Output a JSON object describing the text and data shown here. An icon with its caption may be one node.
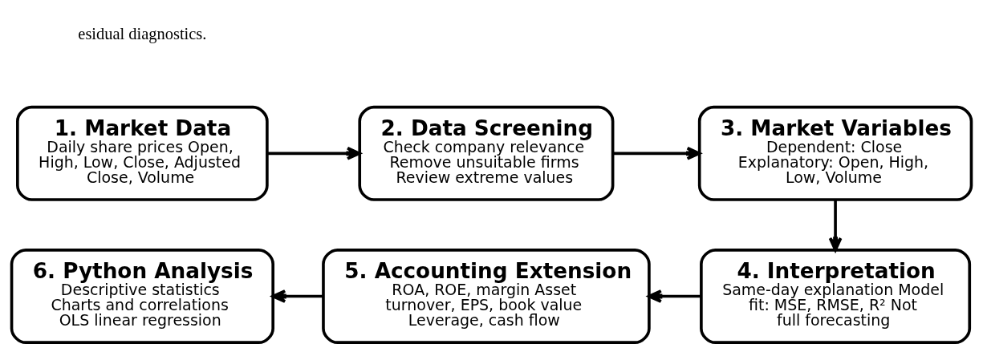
{
  "diagram": {
    "nodes": [
      {
        "text": [
          "1. Market Data",
          "Daily share prices Open, High, Low, Close, Adjusted Close, Volume"
        ]
      },
      {
        "text": [
          "2. Data Screening",
          "Check company relevance Remove unsuitable firms Review extreme values"
        ]
      },
      {
        "text": [
          "3. Market Variables",
          "Dependent: Close Explanatory: Open, High, Low, Volume"
        ]
      },
      {
        "text": [
          "4. Interpretation",
          "Same-day explanation Model fit: MSE, RMSE, R² Not full forecasting"
        ]
      },
      {
        "text": [
          "5. Accounting Extension",
          "ROA, ROE, margin Asset turnover, EPS, book value Leverage, cash flow"
        ]
      },
      {
        "text": [
          "6. Python Analysis",
          "Descriptive statistics Charts and correlations OLS linear regression"
        ]
      }
    ],
    "edges": [
      {
        "from": 0,
        "to": 1,
        "arrow": "to"
      },
      {
        "from": 1,
        "to": 2,
        "arrow": "to"
      },
      {
        "from": 2,
        "to": 3,
        "arrow": "to"
      },
      {
        "from": 3,
        "to": 4,
        "arrow": "to"
      },
      {
        "from": 4,
        "to": 5,
        "arrow": "to"
      }
    ],
    "labels": [
      "esidual diagnostics."
    ]
  }
}
